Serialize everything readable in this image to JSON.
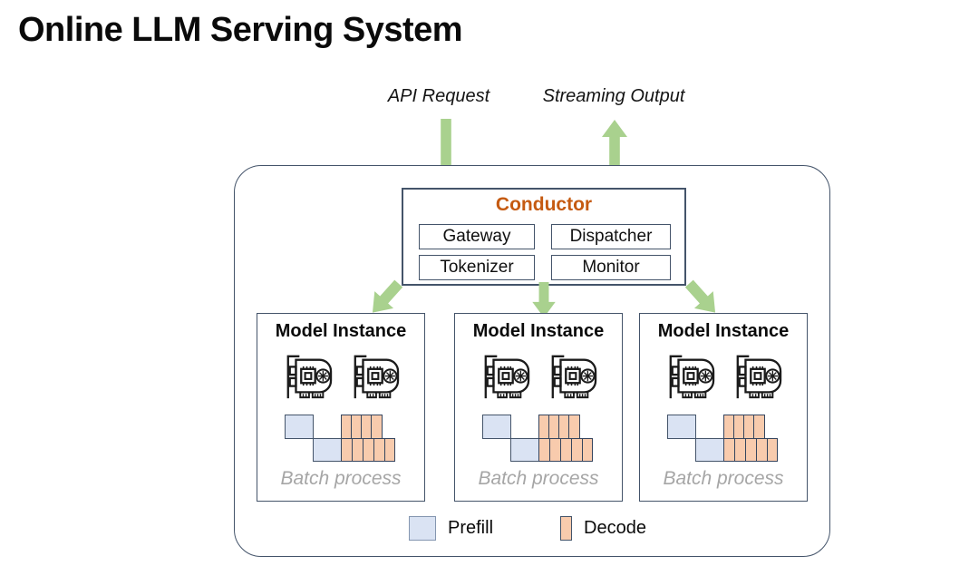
{
  "title": "Online LLM Serving System",
  "flow": {
    "api_request": "API Request",
    "streaming_output": "Streaming Output"
  },
  "conductor": {
    "title": "Conductor",
    "components": [
      "Gateway",
      "Dispatcher",
      "Tokenizer",
      "Monitor"
    ]
  },
  "instances": [
    {
      "title": "Model Instance",
      "caption": "Batch process"
    },
    {
      "title": "Model Instance",
      "caption": "Batch process"
    },
    {
      "title": "Model Instance",
      "caption": "Batch process"
    }
  ],
  "legend": {
    "prefill_label": "Prefill",
    "decode_label": "Decode"
  },
  "colors": {
    "arrow_green": "#A9D18E",
    "conductor_title_orange": "#C55A11",
    "border_navy": "#44546A",
    "prefill_fill": "#DAE3F3",
    "decode_fill": "#F8CBAD",
    "caption_gray": "#A6A6A6"
  }
}
